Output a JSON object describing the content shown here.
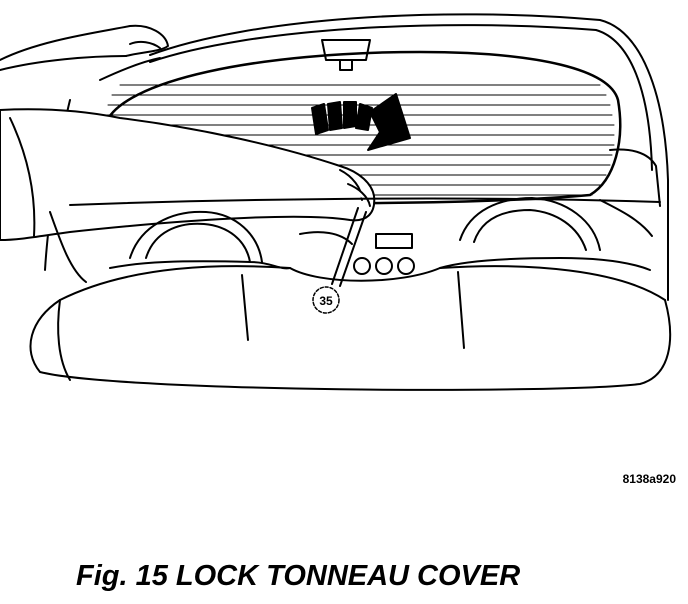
{
  "figure": {
    "caption": "Fig. 15 LOCK TONNEAU COVER",
    "drawing_code": "8138a920",
    "callout_number": "35"
  },
  "colors": {
    "ink": "#000000",
    "paper": "#ffffff"
  }
}
